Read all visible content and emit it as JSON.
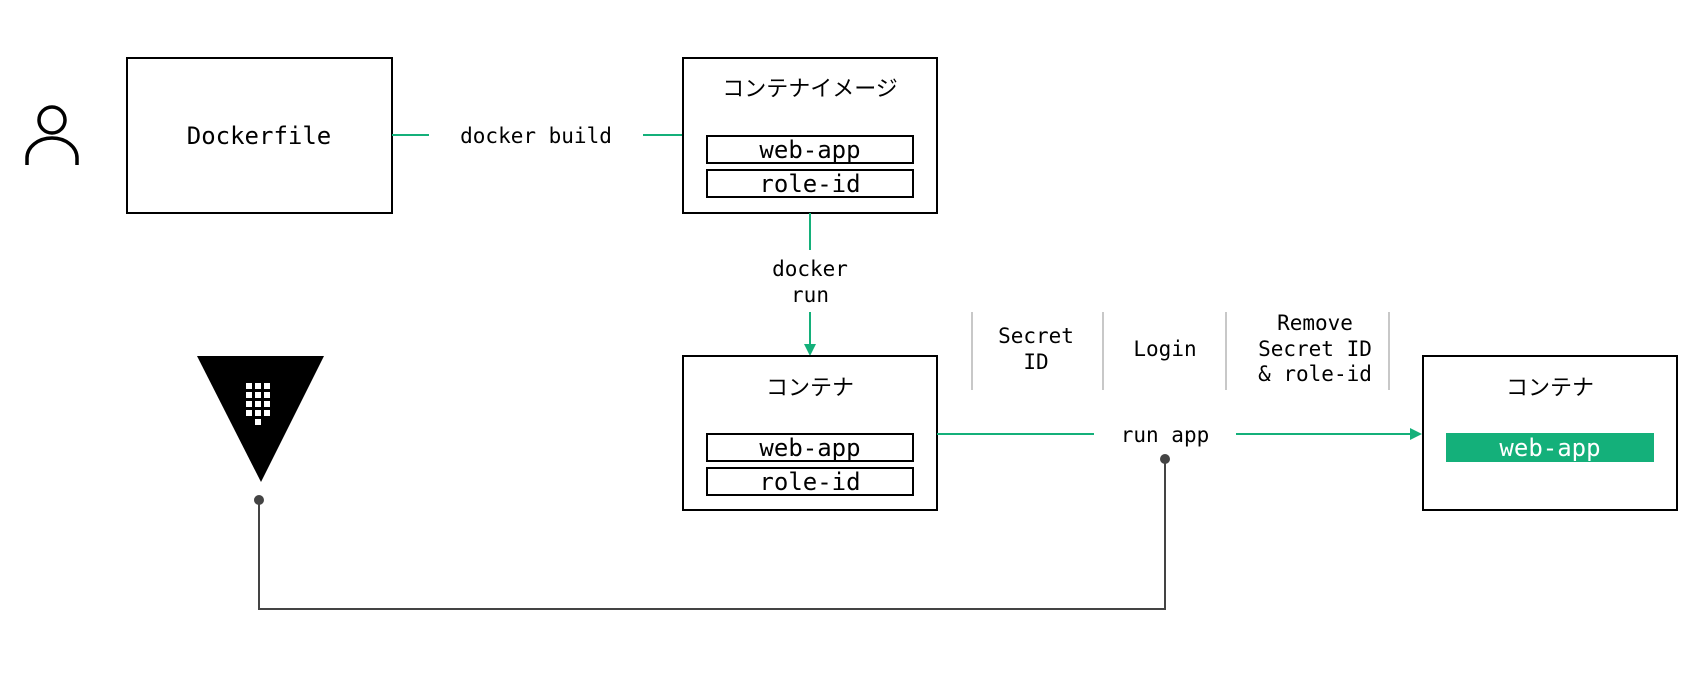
{
  "user": {
    "icon": "user-icon"
  },
  "vault": {
    "icon": "vault-logo"
  },
  "dockerfile": {
    "label": "Dockerfile"
  },
  "build_step": {
    "label": "docker build"
  },
  "image": {
    "title": "コンテナイメージ",
    "items": [
      "web-app",
      "role-id"
    ]
  },
  "run_step": {
    "line1": "docker",
    "line2": "run"
  },
  "container": {
    "title": "コンテナ",
    "items": [
      "web-app",
      "role-id"
    ]
  },
  "steps": {
    "secret_id": {
      "line1": "Secret",
      "line2": "ID"
    },
    "login": {
      "label": "Login"
    },
    "remove": {
      "line1": "Remove",
      "line2": "Secret ID",
      "line3": "& role-id"
    }
  },
  "run_app": {
    "label": "run app"
  },
  "result": {
    "title": "コンテナ",
    "item": "web-app"
  },
  "colors": {
    "accent": "#14b07a",
    "line": "#444444"
  }
}
